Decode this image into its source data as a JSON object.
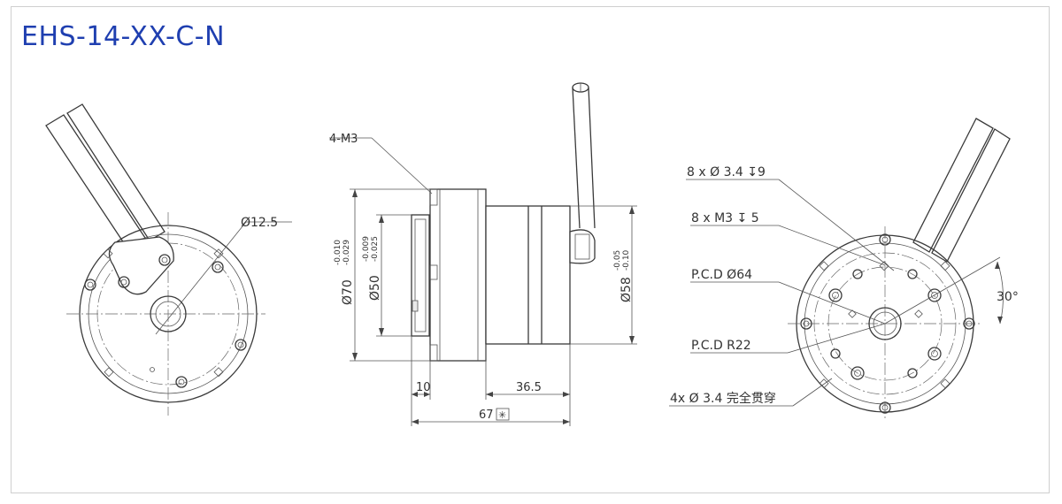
{
  "title": "EHS-14-XX-C-N",
  "left_view": {
    "dia_label": "Ø12.5"
  },
  "side_view": {
    "thread_label": "4-M3",
    "dim_d70": "Ø70",
    "tol_d70_upper": "-0.010",
    "tol_d70_lower": "-0.029",
    "dim_d50": "Ø50",
    "tol_d50_upper": "-0.009",
    "tol_d50_lower": "-0.025",
    "dim_d58": "Ø58",
    "tol_d58_upper": "-0.05",
    "tol_d58_lower": "-0.10",
    "dim_10": "10",
    "dim_36_5": "36.5",
    "dim_67": "67",
    "dim_67_mark": "✳"
  },
  "right_view": {
    "hole_8x34": "8 x Ø 3.4 ↧9",
    "hole_8xm3": "8 x M3 ↧ 5",
    "pcd64": "P.C.D Ø64",
    "pcdr22": "P.C.D R22",
    "hole_4x34": "4x Ø 3.4 完全贯穿",
    "angle": "30°"
  }
}
